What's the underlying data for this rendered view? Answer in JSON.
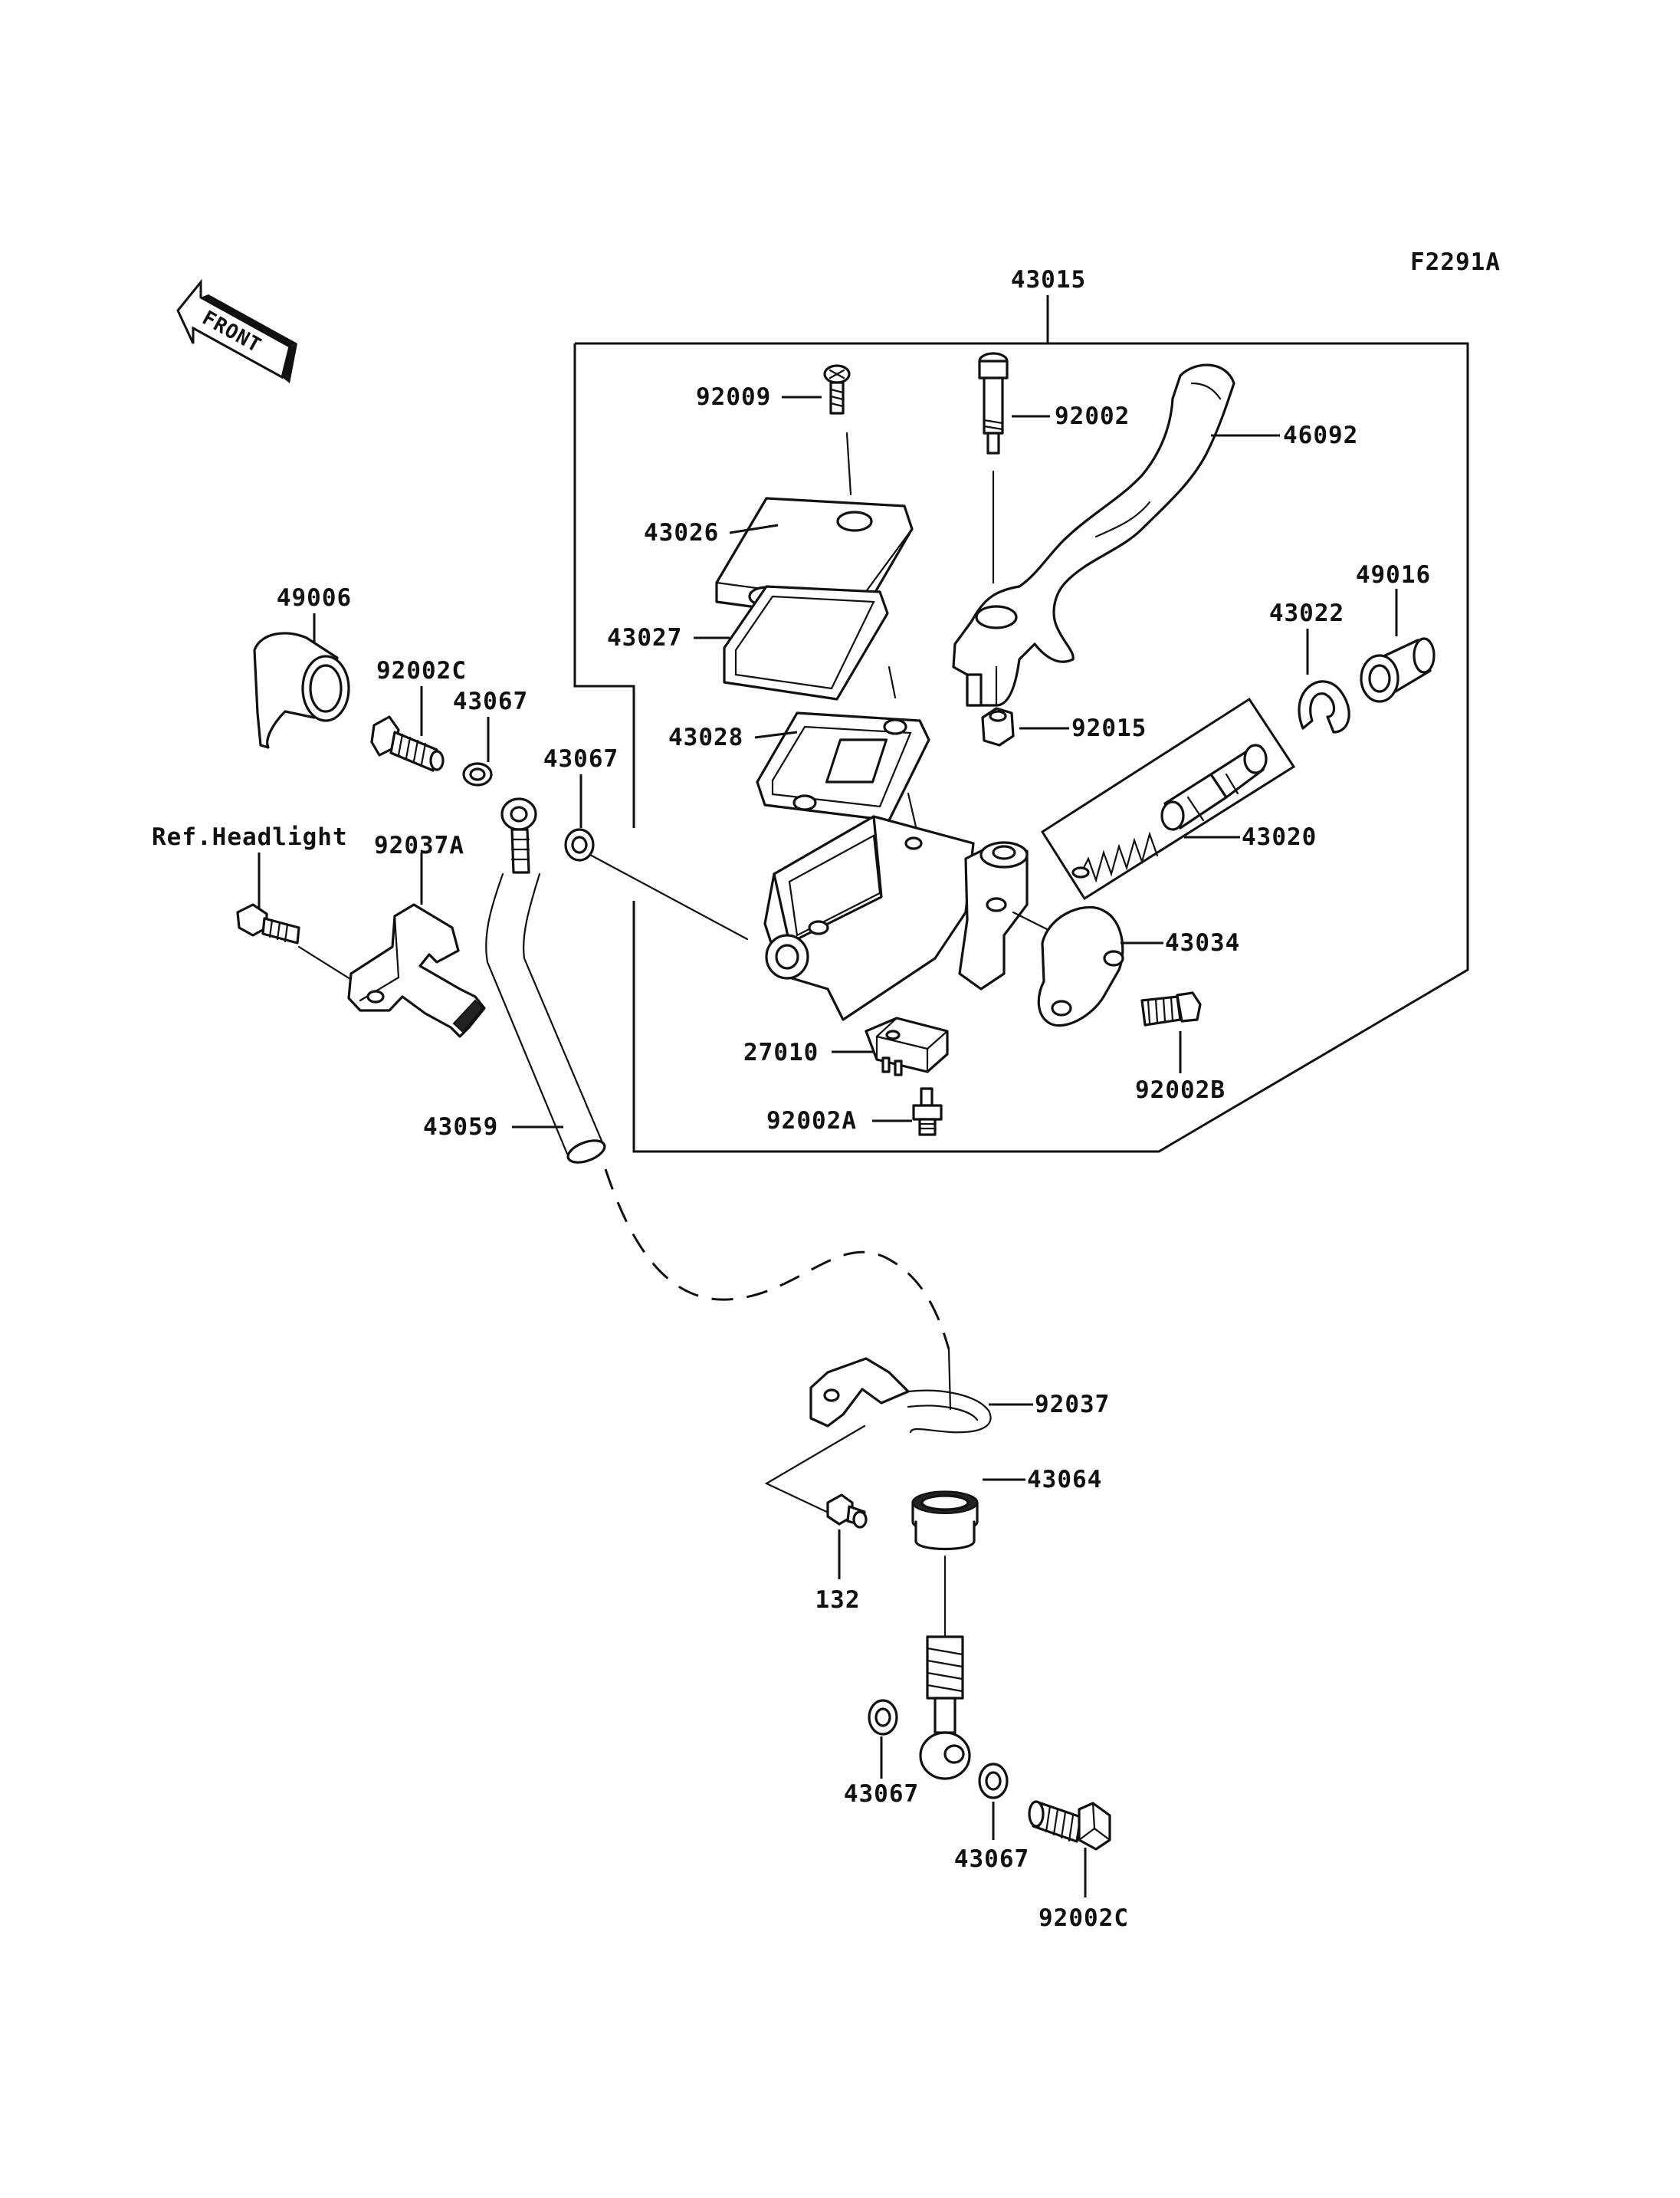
{
  "diagram": {
    "code": "F2291A",
    "front_label": "FRONT",
    "assembly_ref": "43015",
    "ref_note": "Ref.Headlight",
    "labels": {
      "p92009": "92009",
      "p92002": "92002",
      "p46092": "46092",
      "p43026": "43026",
      "p49006": "49006",
      "p43027": "43027",
      "p43022": "43022",
      "p49016": "49016",
      "p92002c_top": "92002C",
      "p43067_a": "43067",
      "p43028": "43028",
      "p92015": "92015",
      "p43067_b": "43067",
      "p43020": "43020",
      "p92037a": "92037A",
      "p43034": "43034",
      "p27010": "27010",
      "p92002b": "92002B",
      "p92002a": "92002A",
      "p43059": "43059",
      "p92037": "92037",
      "p43064": "43064",
      "p132": "132",
      "p43067_c": "43067",
      "p43067_d": "43067",
      "p92002c_bottom": "92002C"
    }
  }
}
